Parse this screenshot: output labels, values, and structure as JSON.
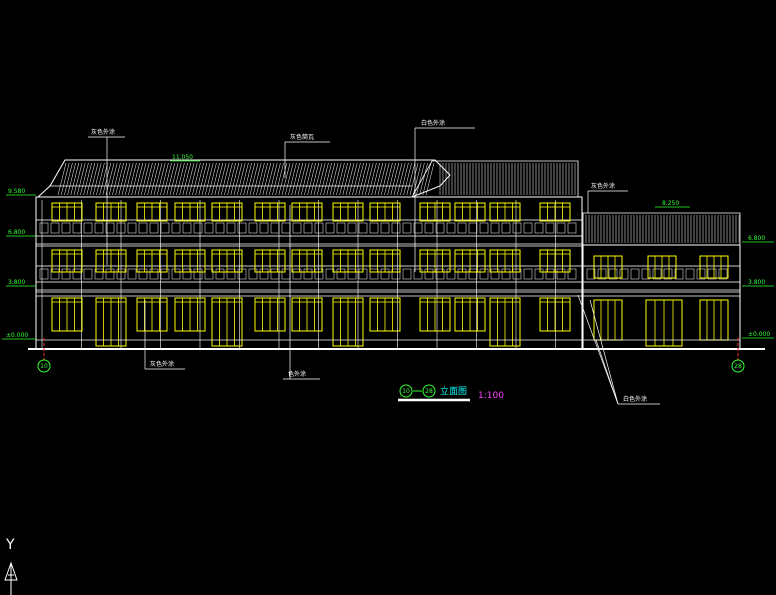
{
  "annotations": {
    "top_left": "灰色外涂",
    "top_mid": "灰色筒瓦",
    "top_right": "白色外涂",
    "right_mid": "灰色外涂",
    "bottom_left": "灰色外涂",
    "bottom_mid": "色外涂",
    "bottom_right": "白色外涂"
  },
  "levels": {
    "ridge": "11.050",
    "roof_left": "9.580",
    "second_left": "6.800",
    "first_left": "3.800",
    "ground_left": "±0.000",
    "roof_right": "8.250",
    "second_right": "6.800",
    "first_right": "3.800",
    "ground_right": "±0.000"
  },
  "axes": {
    "left": "10",
    "right": "28"
  },
  "title": {
    "from": "10",
    "to": "28",
    "name": "立面图",
    "scale": "1:100"
  },
  "ucs": {
    "axis": "Y"
  },
  "colors": {
    "background": "#000000",
    "line": "#ffffff",
    "window": "#ffff00",
    "level": "#33ff33",
    "title": "#00ffff",
    "scale": "#ff44ff",
    "axis": "#ff2222"
  }
}
